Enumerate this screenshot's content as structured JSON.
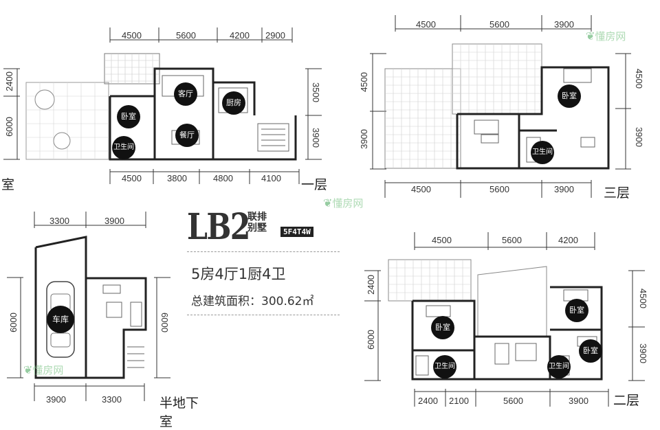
{
  "title": {
    "model": "LB2",
    "subtitle_line1": "联排",
    "subtitle_line2": "别墅",
    "code": "5F4T4W"
  },
  "summary": {
    "layout": "5房4厅1厨4卫",
    "area": "总建筑面积：300.62㎡"
  },
  "watermark": "懂房网",
  "floors": {
    "first": {
      "label": "一层",
      "top_dims": [
        "4500",
        "5600",
        "4200",
        "2900"
      ],
      "bottom_dims": [
        "4500",
        "3800",
        "4800",
        "4100"
      ],
      "left_dims": [
        "2400",
        "6000"
      ],
      "right_dims": [
        "3500",
        "3900"
      ],
      "rooms": [
        "客厅",
        "厨房",
        "卧室",
        "餐厅",
        "卫生间"
      ]
    },
    "third": {
      "label": "三层",
      "top_dims": [
        "4500",
        "5600",
        "3900"
      ],
      "bottom_dims": [
        "4500",
        "5600",
        "3900"
      ],
      "left_dims": [
        "4500",
        "3900"
      ],
      "right_dims": [
        "4500",
        "3900"
      ],
      "rooms": [
        "卧室",
        "卫生间"
      ]
    },
    "basement": {
      "label": "半地下室",
      "top_dims": [
        "3300",
        "3900"
      ],
      "bottom_dims": [
        "3900",
        "3300"
      ],
      "left_dims": [
        "6000"
      ],
      "right_dims": [
        "6000"
      ],
      "rooms": [
        "车库"
      ]
    },
    "second": {
      "label": "二层",
      "top_dims": [
        "4500",
        "5600",
        "4200"
      ],
      "bottom_dims": [
        "2400",
        "2100",
        "5600",
        "3900"
      ],
      "left_dims": [
        "2400",
        "6000"
      ],
      "right_dims": [
        "4500",
        "3900"
      ],
      "rooms": [
        "卧室",
        "卧室",
        "卧室",
        "卫生间",
        "卫生间"
      ]
    },
    "cut_label": "室"
  }
}
